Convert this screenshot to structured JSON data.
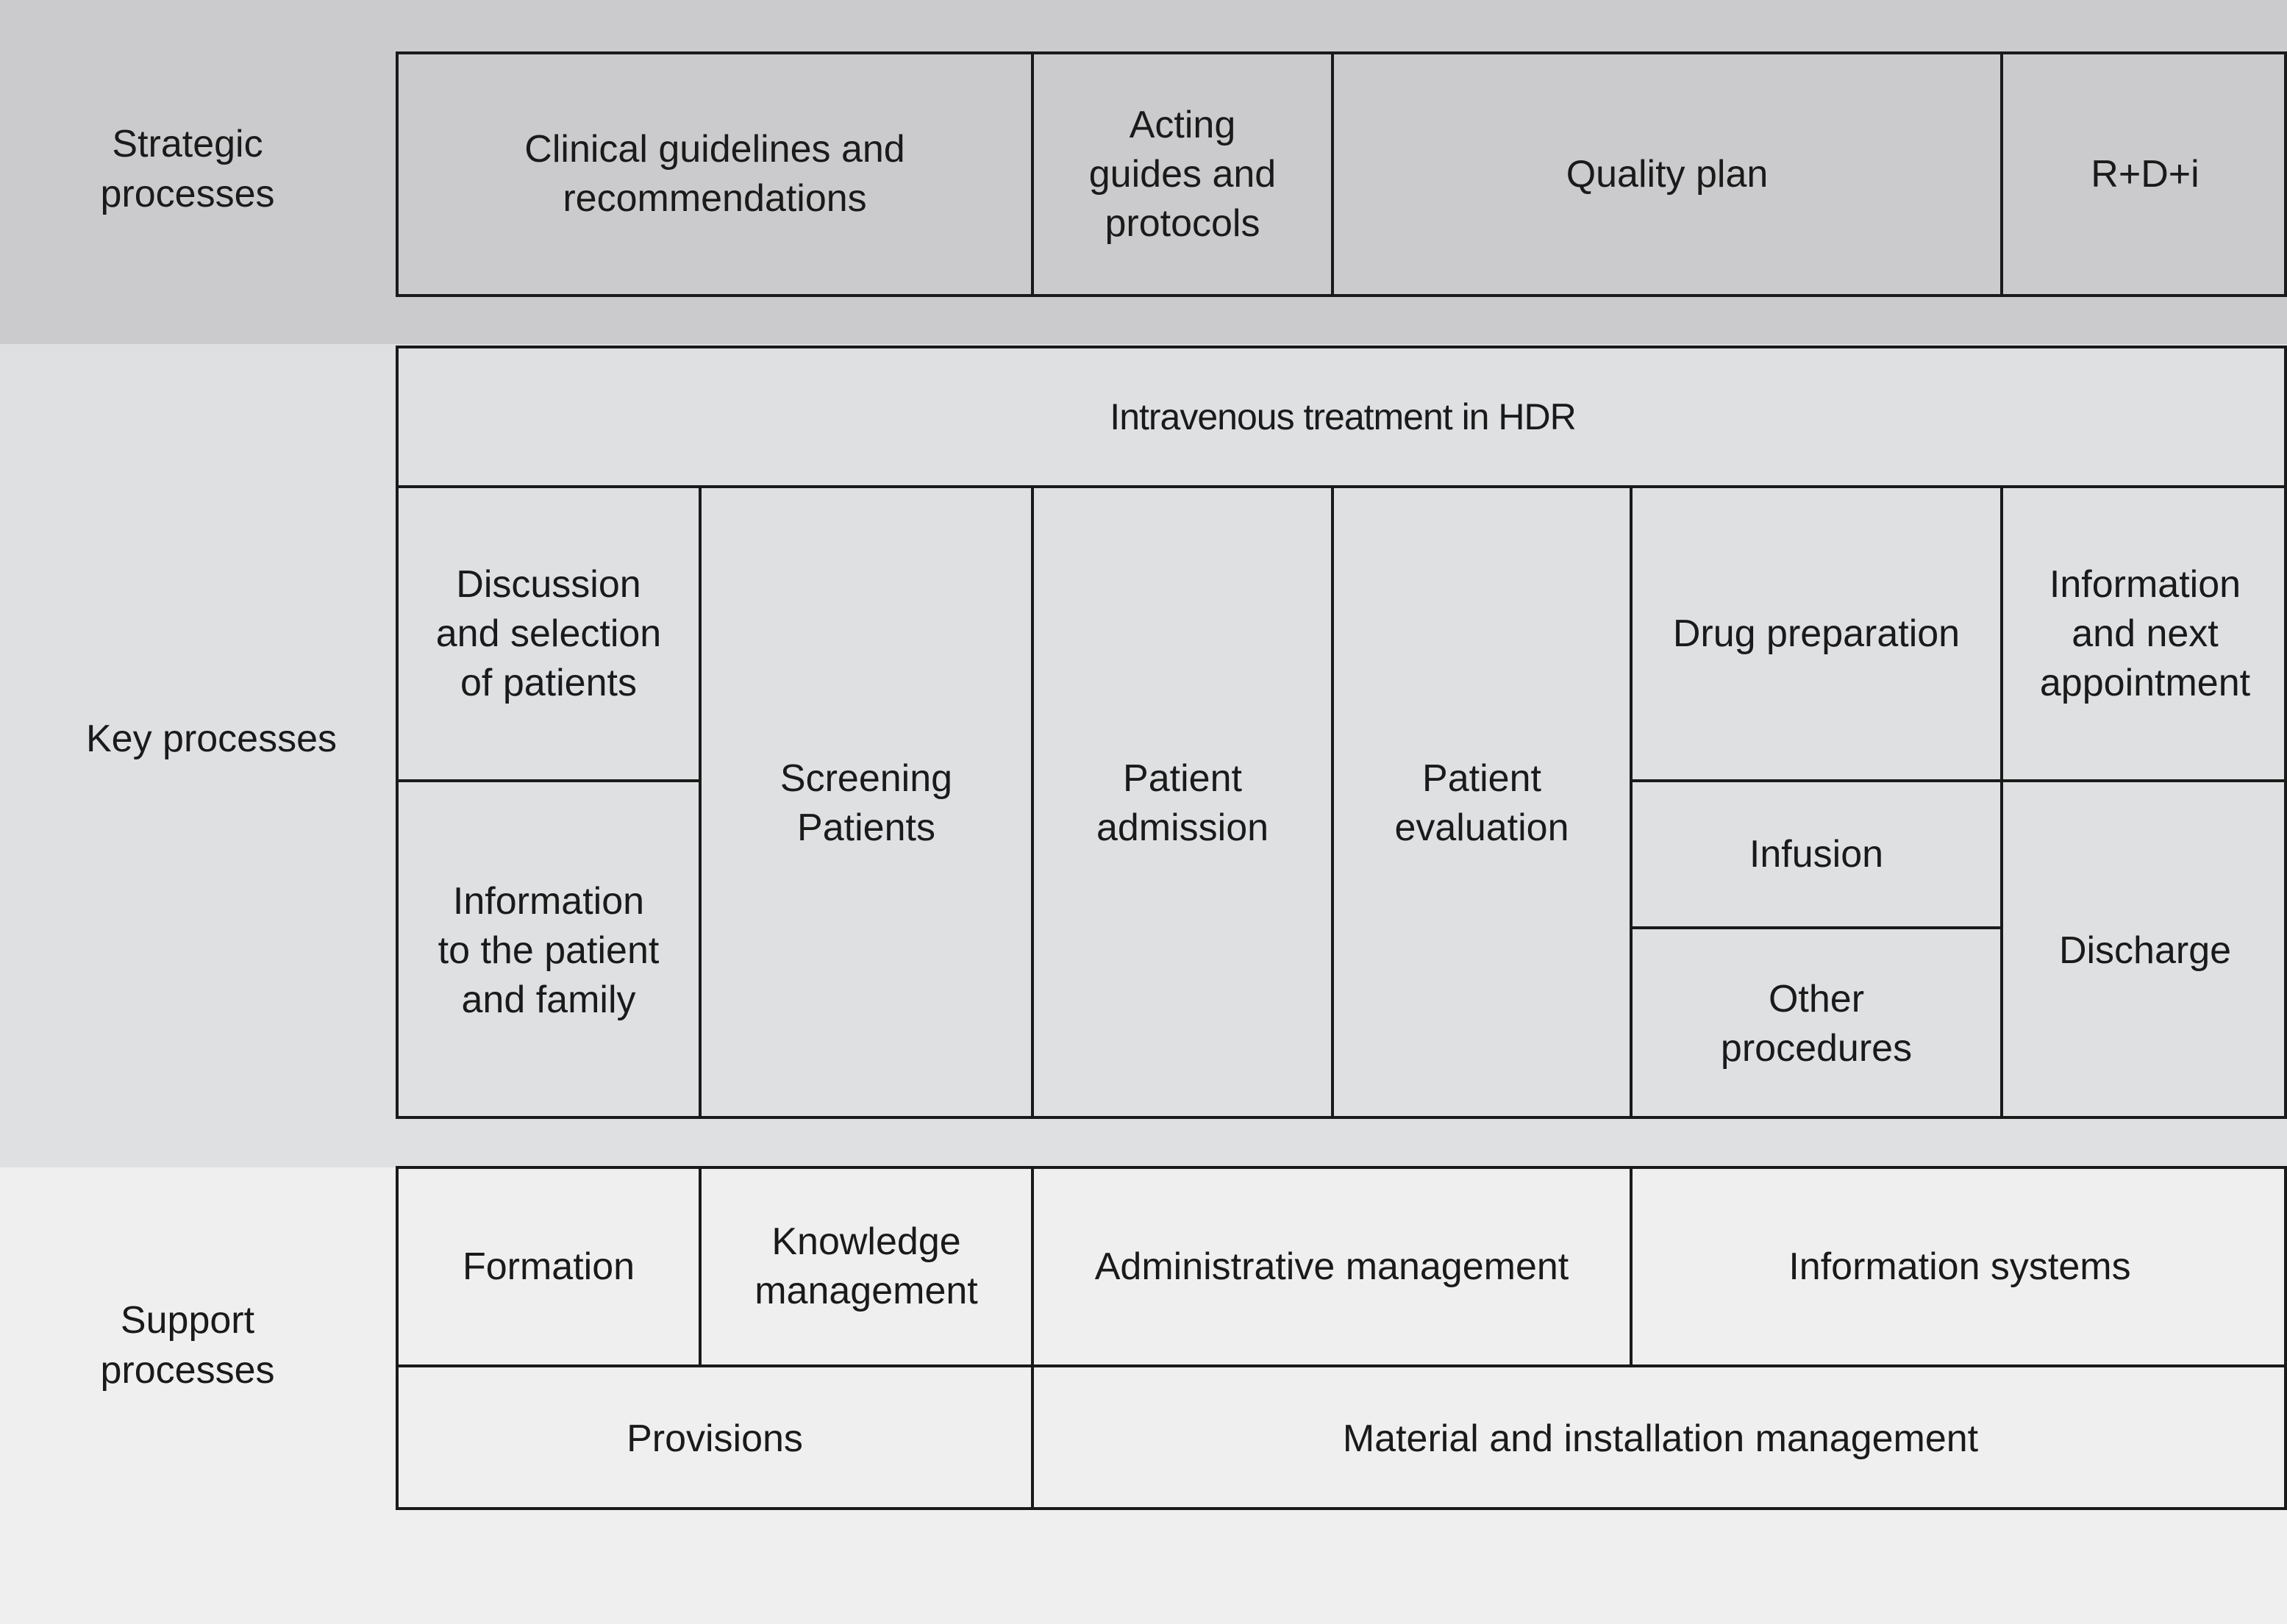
{
  "strategic": {
    "label": "Strategic\nprocesses",
    "items": [
      "Clinical guidelines and\nrecommendations",
      "Acting\nguides and\nprotocols",
      "Quality plan",
      "R+D+i"
    ]
  },
  "key": {
    "label": "Key processes",
    "header": "Intravenous treatment in HDR",
    "discussion": "Discussion\nand selection\nof patients",
    "info_patient": "Information\nto the patient\nand family",
    "screening": "Screening\nPatients",
    "admission": "Patient\nadmission",
    "evaluation": "Patient\nevaluation",
    "drug_prep": "Drug preparation",
    "infusion": "Infusion",
    "other": "Other\nprocedures",
    "info_next": "Information\nand next\nappointment",
    "discharge": "Discharge"
  },
  "support": {
    "label": "Support\nprocesses",
    "formation": "Formation",
    "knowledge": "Knowledge\nmanagement",
    "admin": "Administrative management",
    "info_systems": "Information systems",
    "provisions": "Provisions",
    "material": "Material and installation management"
  }
}
